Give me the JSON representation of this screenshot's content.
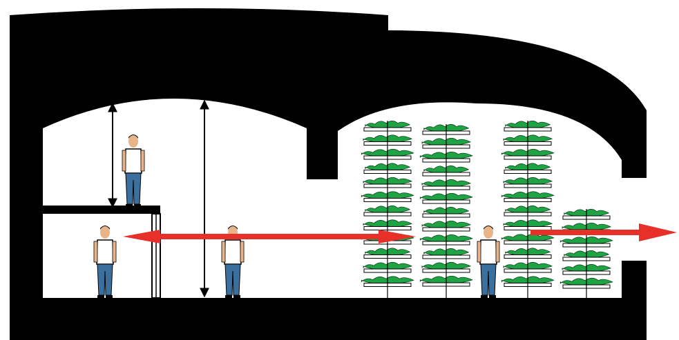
{
  "colors": {
    "structure": "#000000",
    "interior": "#ffffff",
    "plant_fill": "#1fa344",
    "plant_edge": "#0b4a1c",
    "tray": "#ffffff",
    "flow_arrow": "#e8302a",
    "person_shirt": "#ffffff",
    "person_trousers": "#3b6f9e",
    "person_skin": "#e8b48a",
    "person_hair": "#111111"
  },
  "figure": {
    "people_count": 4,
    "growing_rack_count": 4,
    "dimension_arrow_count": 2,
    "flow_arrow_count": 2
  }
}
